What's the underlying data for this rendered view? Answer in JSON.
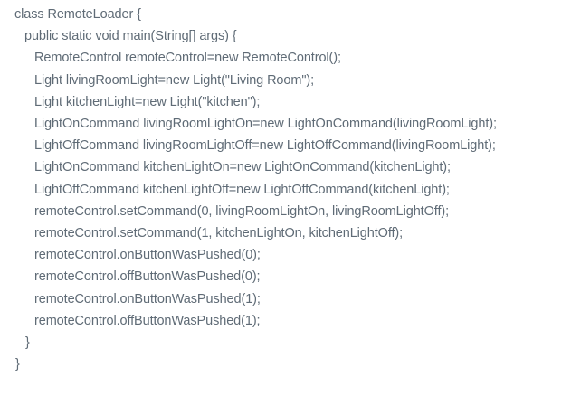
{
  "editor": {
    "language": "java",
    "background_color": "#ffffff",
    "text_color": "#5f6b76",
    "class_name": "RemoteLoader",
    "lines": [
      {
        "text": "class RemoteLoader {",
        "indent": 1
      },
      {
        "text": "public static void main(String[] args) {",
        "indent": 2
      },
      {
        "text": "RemoteControl remoteControl=new RemoteControl();",
        "indent": 3
      },
      {
        "text": "Light livingRoomLight=new Light(\"Living Room\");",
        "indent": 3
      },
      {
        "text": "Light kitchenLight=new Light(\"kitchen\");",
        "indent": 3
      },
      {
        "text": "LightOnCommand livingRoomLightOn=new LightOnCommand(livingRoomLight);",
        "indent": 3
      },
      {
        "text": "LightOffCommand livingRoomLightOff=new LightOffCommand(livingRoomLight);",
        "indent": 3
      },
      {
        "text": "LightOnCommand kitchenLightOn=new LightOnCommand(kitchenLight);",
        "indent": 3
      },
      {
        "text": "LightOffCommand kitchenLightOff=new LightOffCommand(kitchenLight);",
        "indent": 3
      },
      {
        "text": "remoteControl.setCommand(0, livingRoomLightOn, livingRoomLightOff);",
        "indent": 3
      },
      {
        "text": "remoteControl.setCommand(1, kitchenLightOn, kitchenLightOff);",
        "indent": 3
      },
      {
        "text": "remoteControl.onButtonWasPushed(0);",
        "indent": 3
      },
      {
        "text": "remoteControl.offButtonWasPushed(0);",
        "indent": 3
      },
      {
        "text": "remoteControl.onButtonWasPushed(1);",
        "indent": 3
      },
      {
        "text": "remoteControl.offButtonWasPushed(1);",
        "indent": 3
      },
      {
        "text": "}",
        "indent": 4
      },
      {
        "text": "}",
        "indent": 5
      }
    ]
  }
}
